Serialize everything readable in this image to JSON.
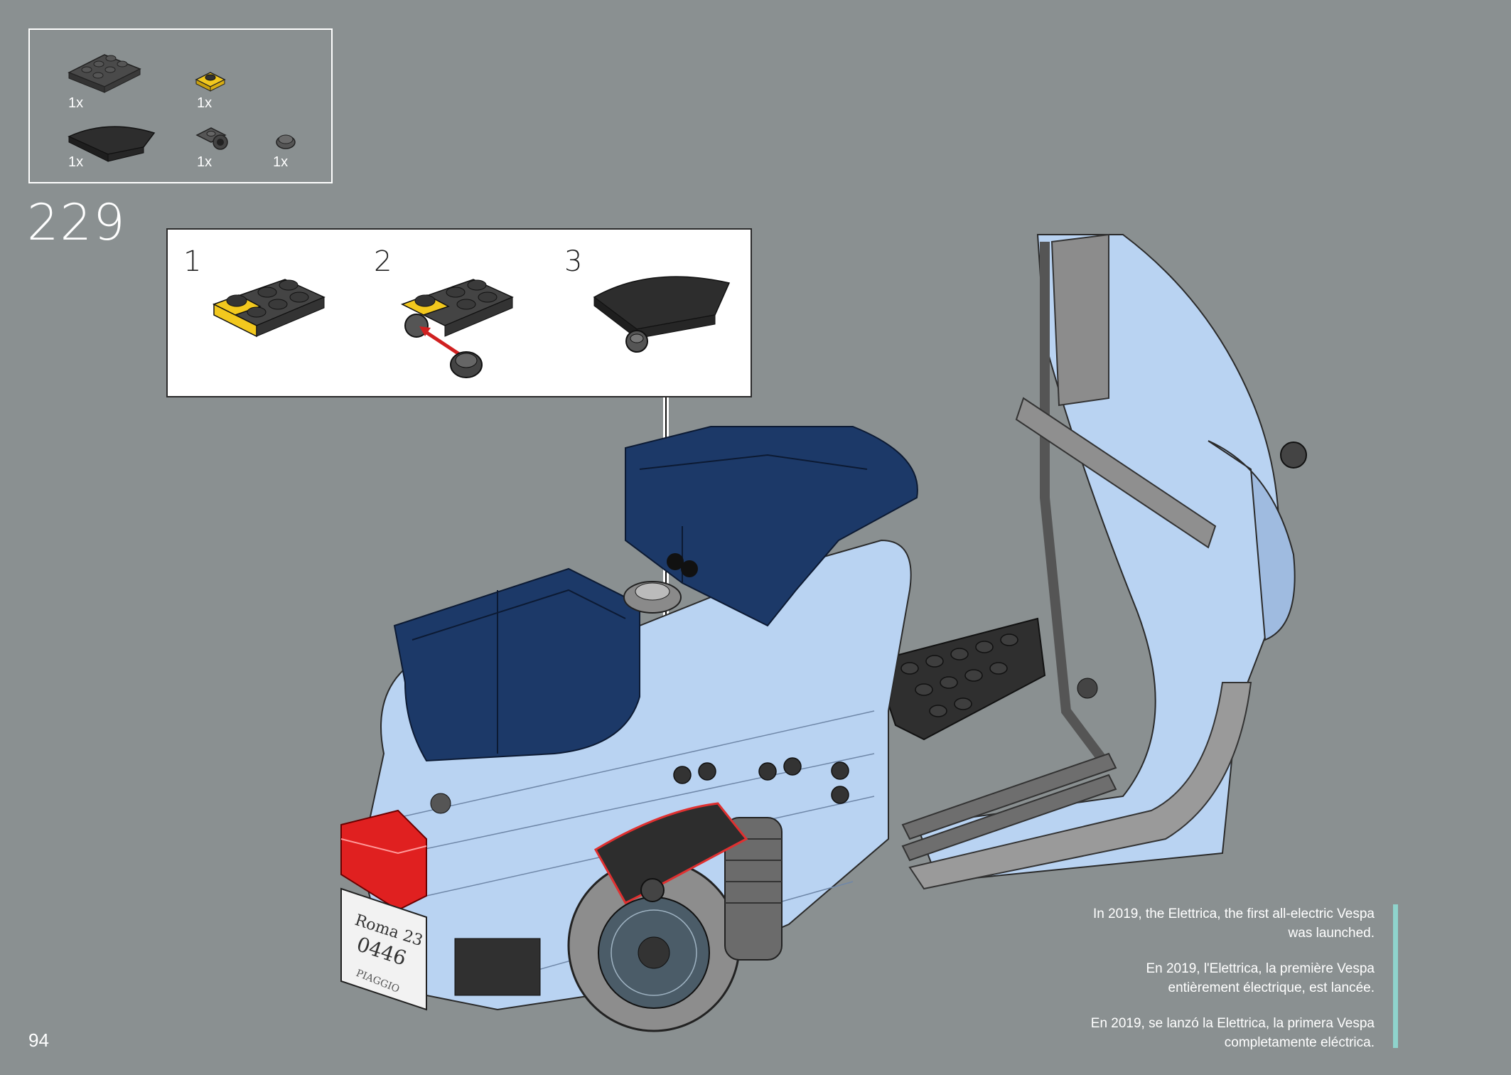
{
  "parts_list": {
    "items": [
      {
        "name": "dark-gray-plate-2x3",
        "qty": "1x"
      },
      {
        "name": "yellow-plate-1x1",
        "qty": "1x"
      },
      {
        "name": "black-curved-slope",
        "qty": "1x"
      },
      {
        "name": "dark-gray-plate-clip",
        "qty": "1x"
      },
      {
        "name": "dark-gray-round-tile",
        "qty": "1x"
      }
    ]
  },
  "step": {
    "number": "229"
  },
  "substeps": [
    {
      "label": "1"
    },
    {
      "label": "2"
    },
    {
      "label": "3"
    }
  ],
  "page": {
    "number": "94"
  },
  "facts": {
    "en": [
      "In 2019, the Elettrica, the first all-electric Vespa",
      "was launched."
    ],
    "fr": [
      "En 2019, l'Elettrica, la première Vespa",
      "entièrement électrique, est lancée."
    ],
    "es": [
      "En 2019, se lanzó la Elettrica, la primera Vespa",
      "completamente eléctrica."
    ]
  },
  "license_plate": {
    "line1": "Roma 23",
    "line2": "0446",
    "brand": "PIAGGIO"
  },
  "colors": {
    "background": "#8a9091",
    "scooter_body": "#b9d3f2",
    "seat": "#1c3968",
    "accent_bar": "#8fd3cc",
    "highlight": "#e03030"
  }
}
